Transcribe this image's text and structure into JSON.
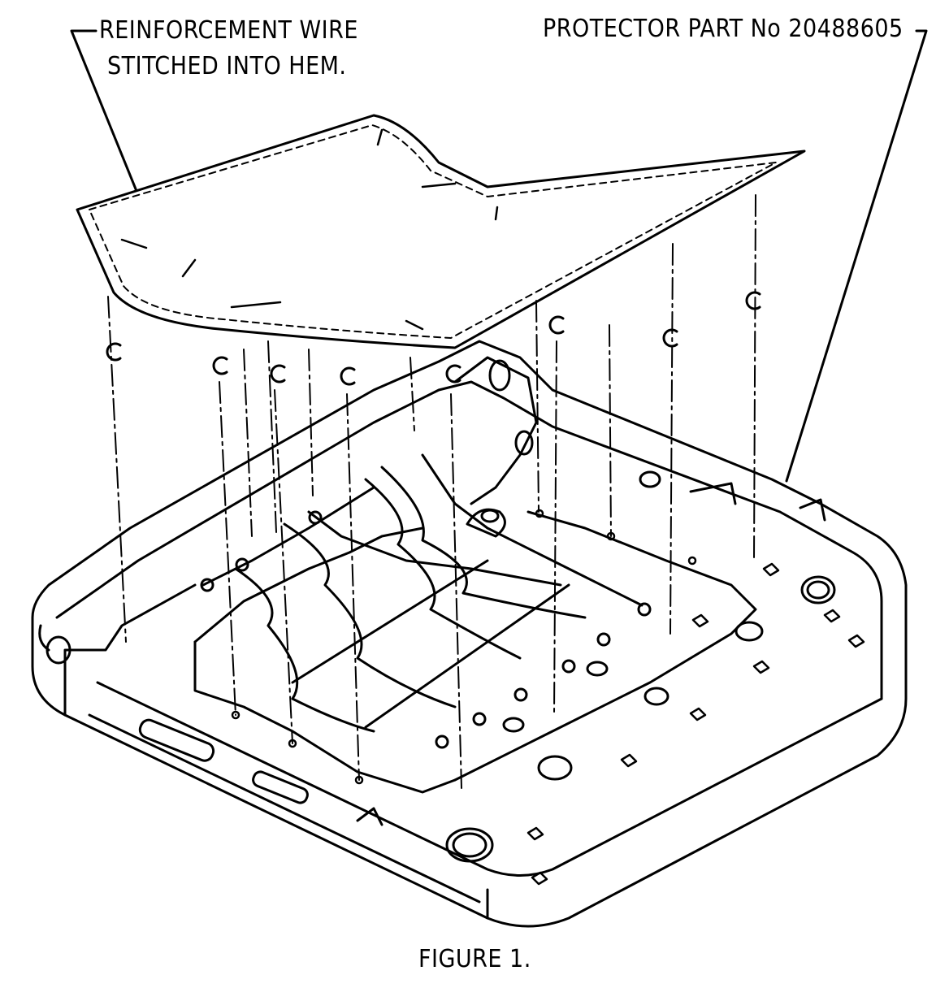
{
  "labels": {
    "reinforcement_line1": "REINFORCEMENT WIRE",
    "reinforcement_line2": "STITCHED INTO HEM.",
    "protector": "PROTECTOR PART No 20488605",
    "figure_caption": "FIGURE 1."
  },
  "colors": {
    "ink": "#000000",
    "paper": "#ffffff"
  }
}
